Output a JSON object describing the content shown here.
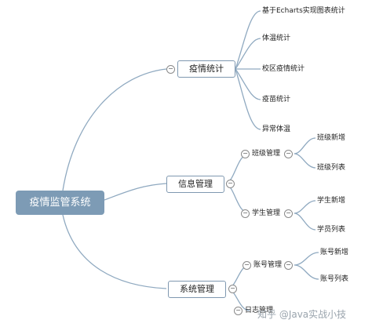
{
  "root": {
    "label": "疫情监管系统"
  },
  "categories": [
    {
      "label": "疫情统计",
      "children": [
        "基于Echarts实现图表统计",
        "体温统计",
        "校区疫情统计",
        "疫苗统计",
        "异常体温"
      ]
    },
    {
      "label": "信息管理",
      "children": [
        "班级管理",
        "学生管理"
      ]
    },
    {
      "label": "系统管理",
      "children": [
        "账号管理",
        "日志管理"
      ]
    }
  ],
  "subgroups": {
    "class": [
      "班级新增",
      "班级列表"
    ],
    "student": [
      "学生新增",
      "学员列表"
    ],
    "account": [
      "账号新增",
      "账号列表"
    ]
  },
  "toggle_symbol": "−",
  "watermark": "知乎 @Java实战小技"
}
